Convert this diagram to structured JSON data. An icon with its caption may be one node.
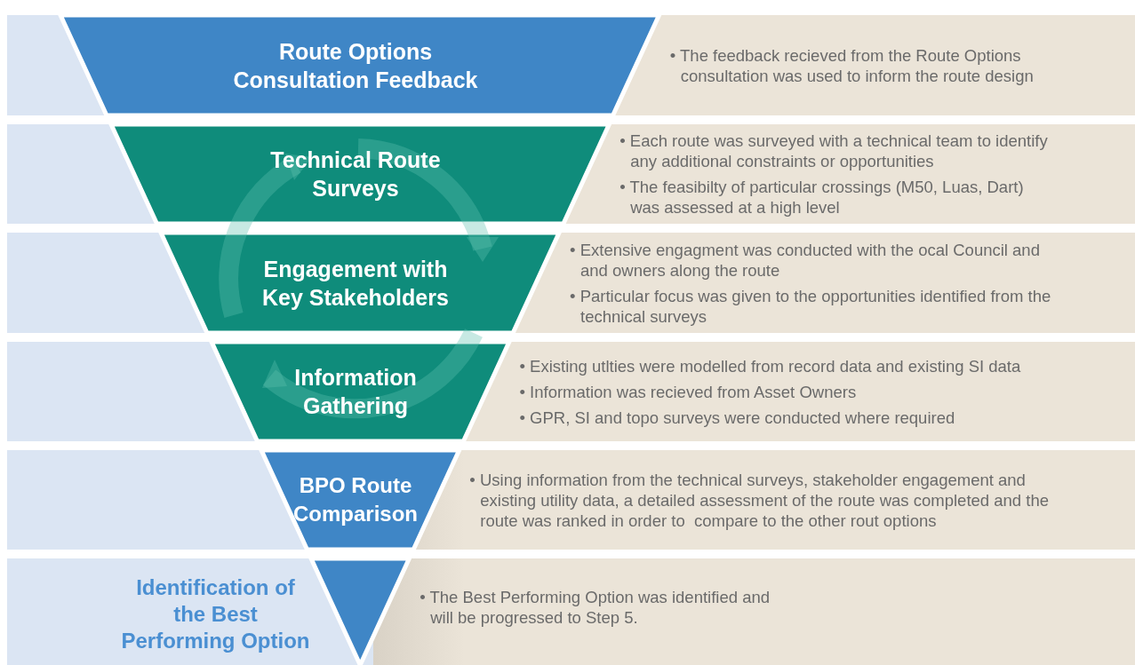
{
  "diagram": {
    "nodes": [
      {
        "text": [
          "Route Options Consultation Feedback"
        ],
        "beside": [
          "• The feedback recieved from the Route Options consultation was used to inform the route design"
        ]
      },
      {
        "text": [
          "Technical Route Surveys"
        ],
        "beside": [
          "• Each route was surveyed with a technical team to identify any additional constraints or opportunities",
          "• The feasibilty of particular crossings (M50, Luas, Dart) was assessed at a high level"
        ]
      },
      {
        "text": [
          "Engagement with Key Stakeholders"
        ],
        "beside": [
          "• Extensive engagment was conducted with the ocal Council and and owners along the route",
          "• Particular focus was given to the opportunities identified from the technical surveys"
        ]
      },
      {
        "text": [
          "Information Gathering"
        ],
        "beside": [
          "• Existing utlties were modelled from record data and existing SI data",
          "• Information was recieved from Asset Owners",
          "• GPR, SI and topo surveys were conducted where required"
        ]
      },
      {
        "text": [
          "BPO Route Comparison"
        ],
        "beside": [
          "• Using information from the technical surveys, stakeholder engagement and existing utility data, a detailed assessment of the route was completed and the route was ranked in order to  compare to the other rout options"
        ]
      },
      {
        "text": [
          "Identification of the Best Performing Option"
        ],
        "beside": [
          "• The Best Performing Option was identified and will be progressed to Step 5."
        ]
      }
    ],
    "edges": []
  }
}
